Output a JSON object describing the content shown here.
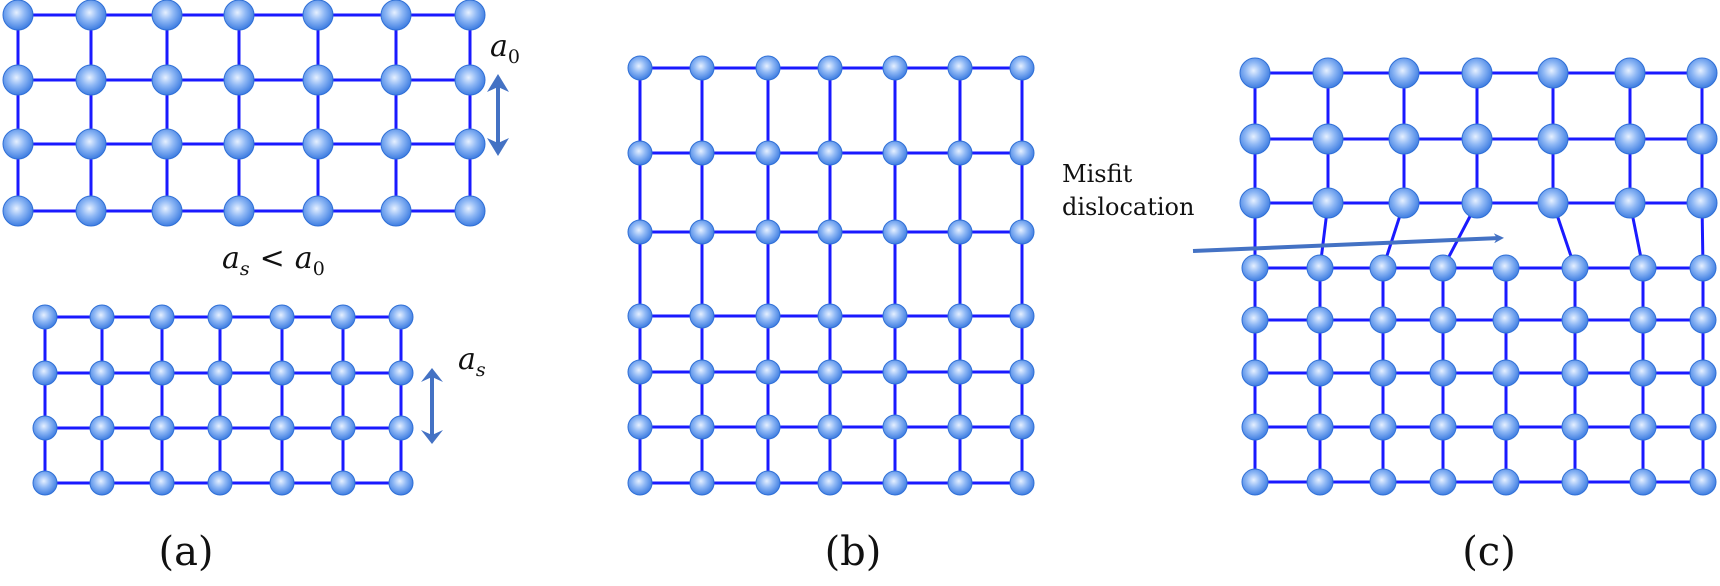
{
  "colors": {
    "bond": "#1a1aff",
    "atom_edge": "#2f6fd6",
    "atom_light": "#cfe3ff",
    "arrow": "#4472c4"
  },
  "panel_a": {
    "label": "(a)",
    "top_lattice_param": "a",
    "top_lattice_sub": "0",
    "relation_lhs": "a",
    "relation_lhs_sub": "s",
    "relation_op": "<",
    "relation_rhs": "a",
    "relation_rhs_sub": "0",
    "bottom_lattice_param": "a",
    "bottom_lattice_sub": "s"
  },
  "panel_b": {
    "label": "(b)"
  },
  "panel_c": {
    "label": "(c)",
    "annotation_line1": "Misfit",
    "annotation_line2": "dislocation"
  }
}
